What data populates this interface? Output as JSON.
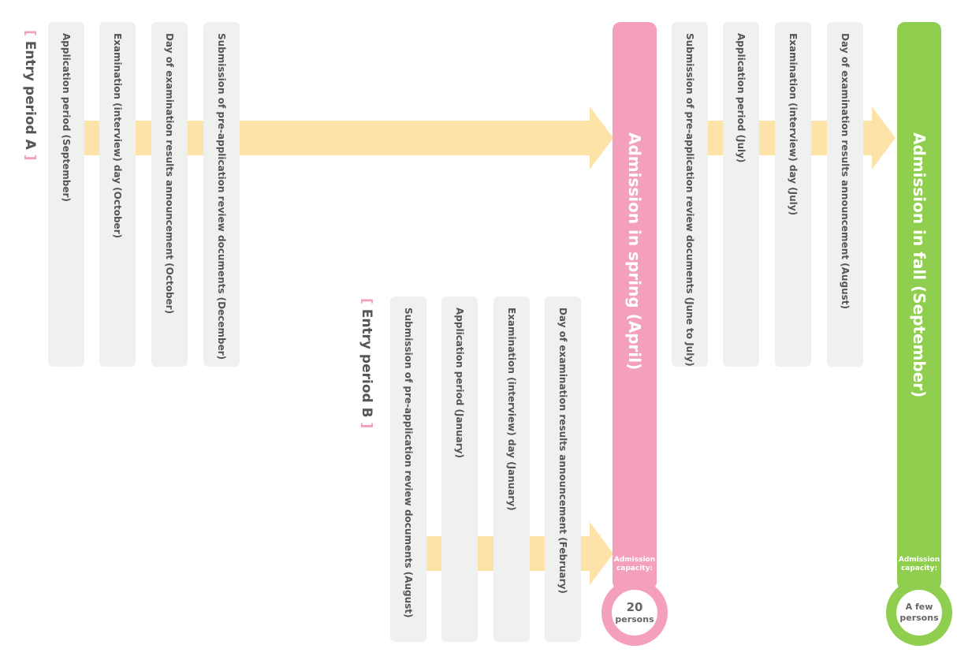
{
  "period_a": {
    "bracket_open": "[",
    "label": "Entry period A",
    "bracket_close": "]",
    "steps": [
      "Application period (September)",
      "Examination (interview) day (October)",
      "Day of examination results announcement (October)",
      "Submission of pre-application review documents (December)"
    ]
  },
  "period_b": {
    "bracket_open": "[",
    "label": "Entry period B",
    "bracket_close": "]",
    "steps": [
      "Submission of pre-application review documents (August)",
      "Application period (January)",
      "Examination (interview) day (January)",
      "Day of examination results announcement (February)"
    ]
  },
  "spring": {
    "title": "Admission in spring (April)",
    "capacity_label": "Admission capacity:",
    "capacity_number": "20",
    "capacity_unit": "persons",
    "color": "#f4a0bc"
  },
  "fall_steps": [
    "Submission of pre-application review documents (June to July)",
    "Application period (July)",
    "Examination (interview) day (July)",
    "Day of examination results announcement (August)"
  ],
  "fall": {
    "title": "Admission in fall (September)",
    "capacity_label": "Admission capacity:",
    "capacity_line1": "A few",
    "capacity_line2": "persons",
    "color": "#8fce4e"
  },
  "arrow_color": "#fde3a7",
  "step_bg": "#eff1ef"
}
